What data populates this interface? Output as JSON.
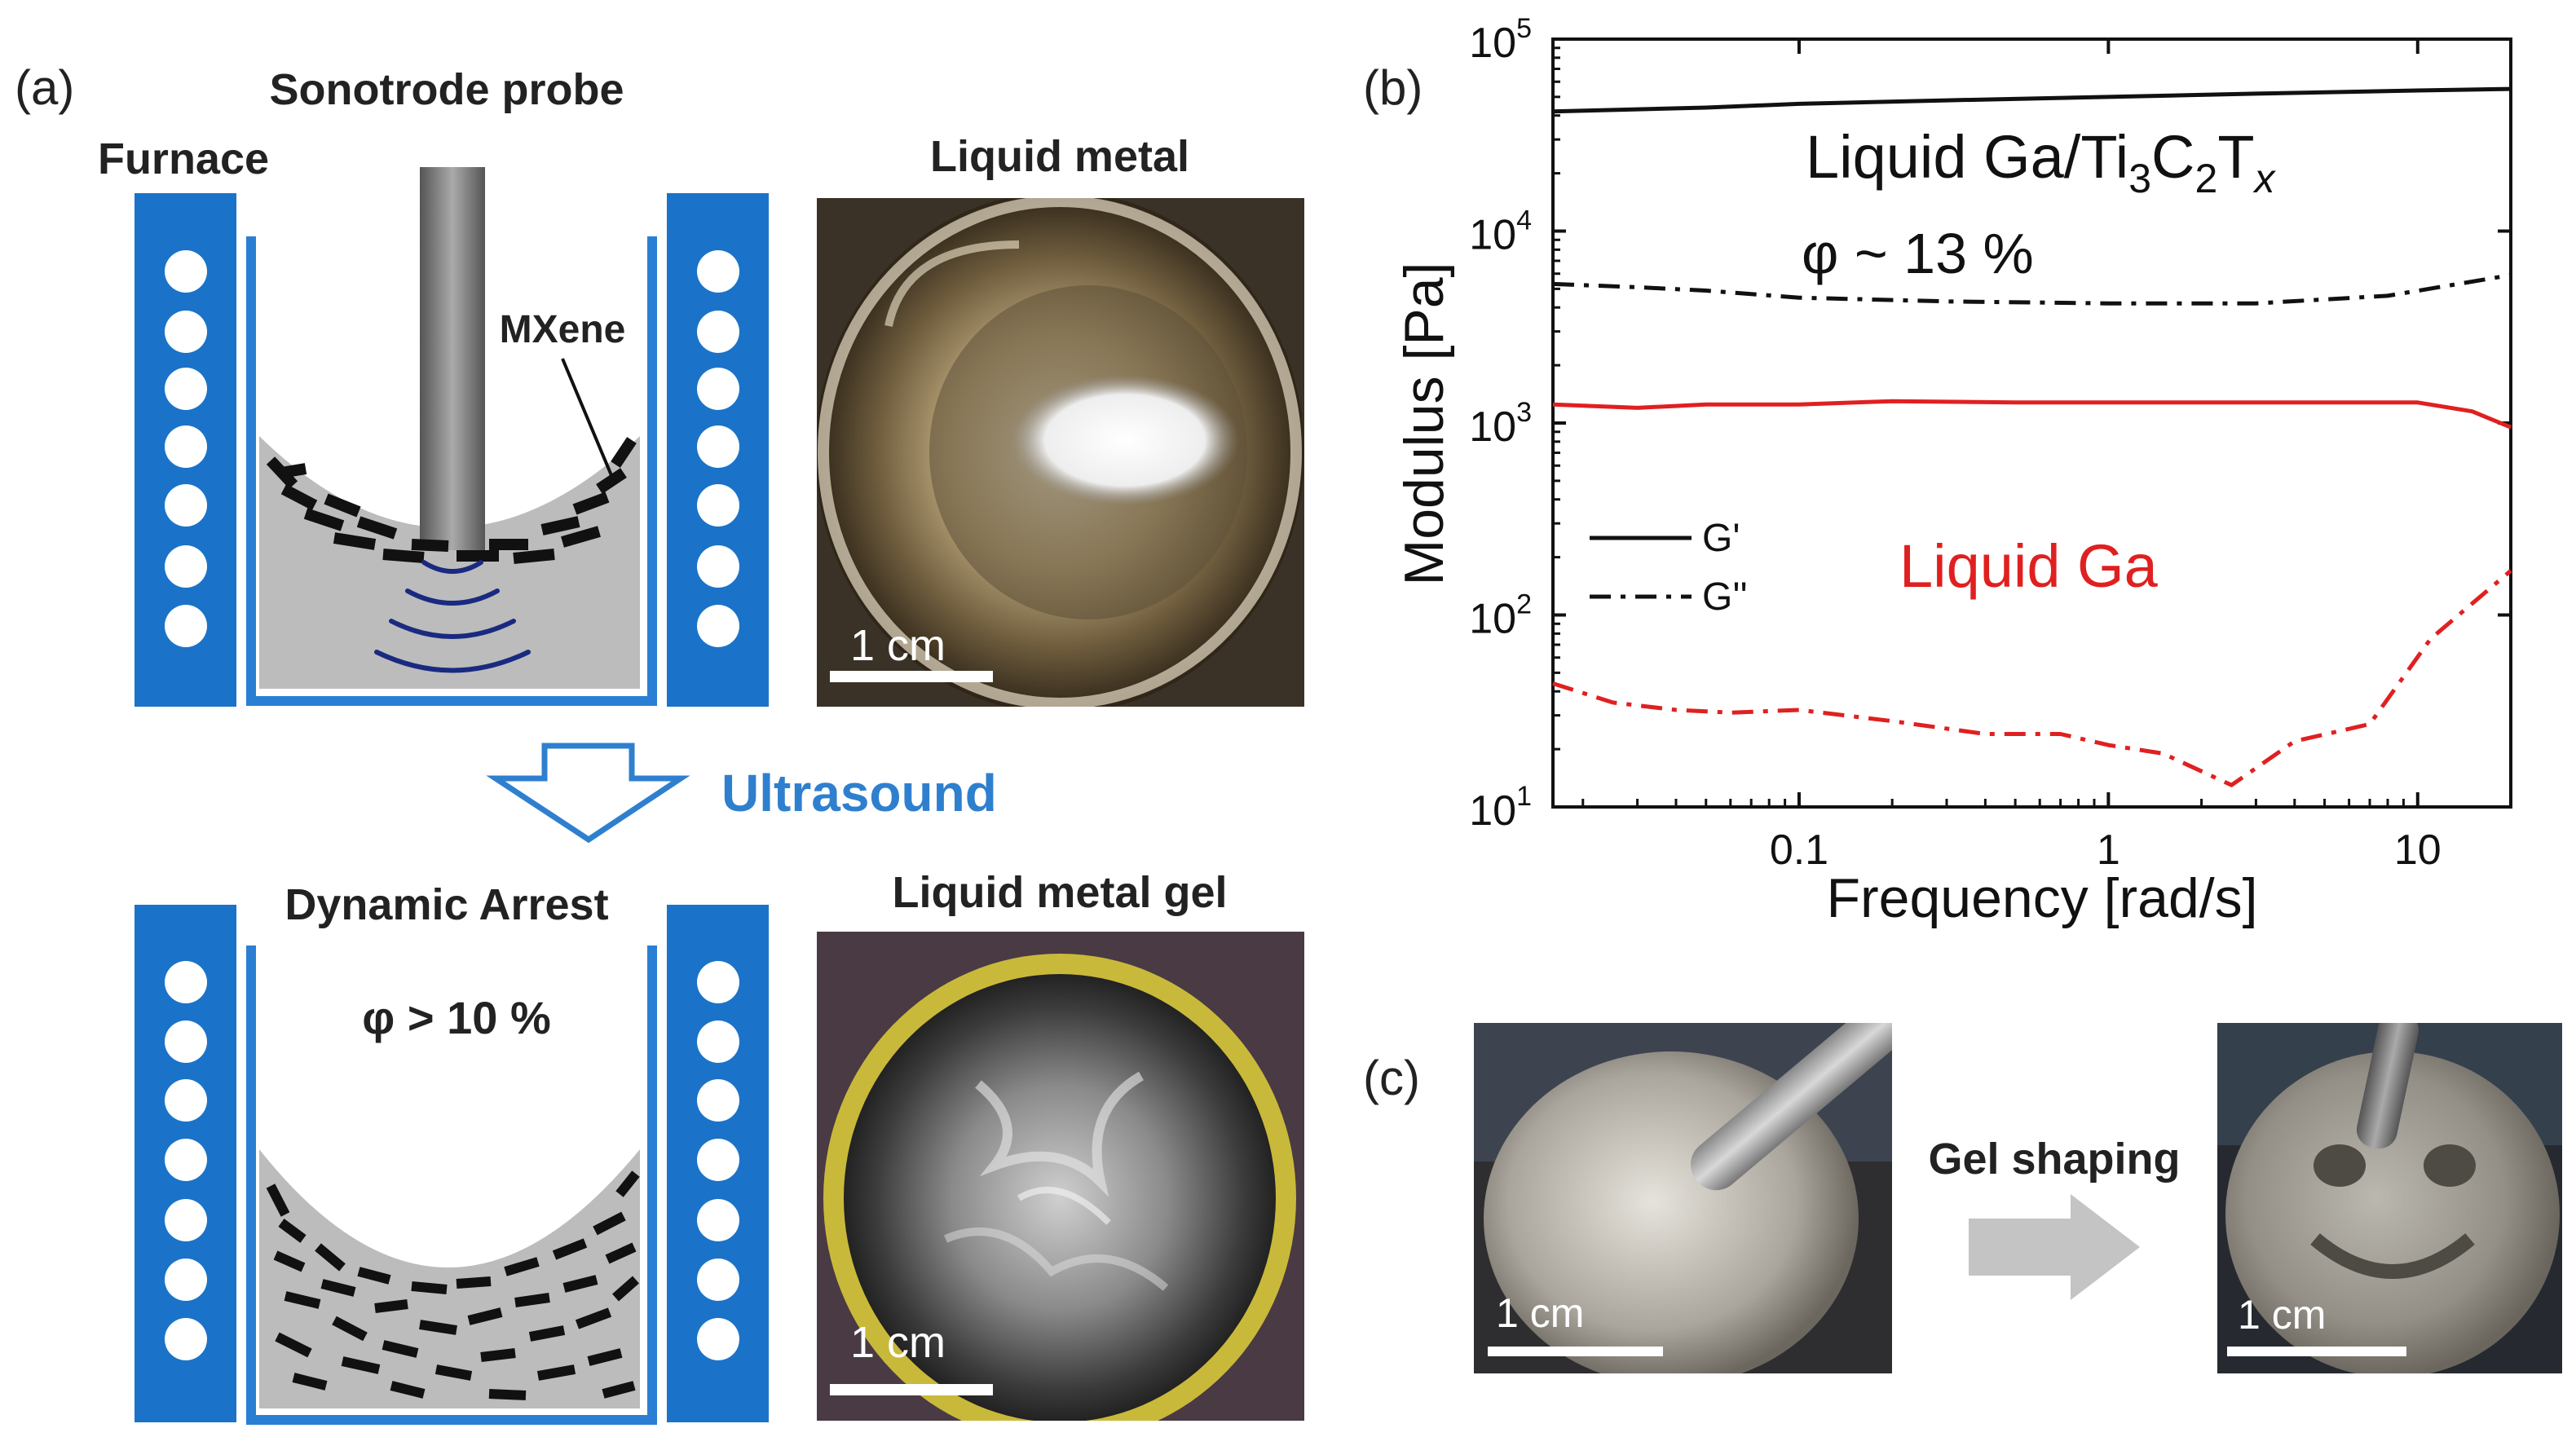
{
  "panel_a": {
    "label": "(a)",
    "sonotrode_label": "Sonotrode probe",
    "furnace_label": "Furnace",
    "mxene_label": "MXene",
    "photo_top_title": "Liquid metal",
    "photo_top_scale": "1 cm",
    "arrow_label": "Ultrasound",
    "arrest_label": "Dynamic Arrest",
    "phi_label": "φ > 10 %",
    "photo_bottom_title": "Liquid metal gel",
    "photo_bottom_scale": "1 cm"
  },
  "panel_b": {
    "label": "(b)",
    "chart_data": {
      "type": "line",
      "xlabel": "Frequency [rad/s]",
      "ylabel": "Modulus [Pa]",
      "x_scale": "log",
      "y_scale": "log",
      "xlim": [
        0.016,
        20
      ],
      "ylim": [
        10,
        100000
      ],
      "x_ticks": [
        {
          "value": 0.1,
          "label": "0.1"
        },
        {
          "value": 1,
          "label": "1"
        },
        {
          "value": 10,
          "label": "10"
        }
      ],
      "y_ticks": [
        {
          "value": 10,
          "mant": "10",
          "exp": "1"
        },
        {
          "value": 100,
          "mant": "10",
          "exp": "2"
        },
        {
          "value": 1000,
          "mant": "10",
          "exp": "3"
        },
        {
          "value": 10000,
          "mant": "10",
          "exp": "4"
        },
        {
          "value": 100000,
          "mant": "10",
          "exp": "5"
        }
      ],
      "legend_placement": "left",
      "legend": [
        {
          "text": "G'",
          "style": "solid"
        },
        {
          "text": "G''",
          "style": "dash-dot"
        }
      ],
      "annotations": {
        "mxene_label": {
          "main": "Liquid Ga/Ti",
          "sub1": "3",
          "mid1": "C",
          "sub2": "2",
          "mid2": "T",
          "sub3": "x"
        },
        "phi": "φ ~ 13 %",
        "ga_label": "Liquid Ga"
      },
      "series": [
        {
          "color": "#111111",
          "dash": "solid",
          "x": [
            0.016,
            0.05,
            0.1,
            0.3,
            1,
            3,
            10,
            20
          ],
          "y": [
            42000,
            44000,
            46000,
            48000,
            50000,
            52000,
            54000,
            55000
          ]
        },
        {
          "color": "#111111",
          "dash": "dashdot",
          "x": [
            0.016,
            0.03,
            0.05,
            0.1,
            0.3,
            1,
            3,
            8,
            20
          ],
          "y": [
            5300,
            5100,
            4900,
            4500,
            4300,
            4200,
            4200,
            4600,
            5900
          ]
        },
        {
          "color": "#e02020",
          "dash": "solid",
          "x": [
            0.016,
            0.03,
            0.05,
            0.1,
            0.2,
            0.5,
            1,
            3,
            10,
            15,
            20
          ],
          "y": [
            1250,
            1200,
            1250,
            1250,
            1300,
            1280,
            1280,
            1280,
            1280,
            1150,
            950
          ]
        },
        {
          "color": "#e02020",
          "dash": "dashdot",
          "x": [
            0.016,
            0.025,
            0.04,
            0.06,
            0.1,
            0.2,
            0.4,
            0.7,
            1,
            1.5,
            2.5,
            4,
            7,
            11,
            20
          ],
          "y": [
            44,
            35,
            32,
            31,
            32,
            28,
            24,
            24,
            21,
            19,
            13,
            22,
            27,
            75,
            170
          ]
        }
      ]
    }
  },
  "panel_c": {
    "label": "(c)",
    "arrow_label": "Gel shaping",
    "photo_left_scale": "1 cm",
    "photo_right_scale": "1 cm"
  },
  "colors": {
    "furnace_blue": "#1a73c8",
    "crucible_blue": "#2a7fd4",
    "ultrasound_blue": "#2f7fcf",
    "wave_navy": "#1a2a80",
    "melt_gray": "#bcbcbc",
    "red_series": "#e02020"
  }
}
